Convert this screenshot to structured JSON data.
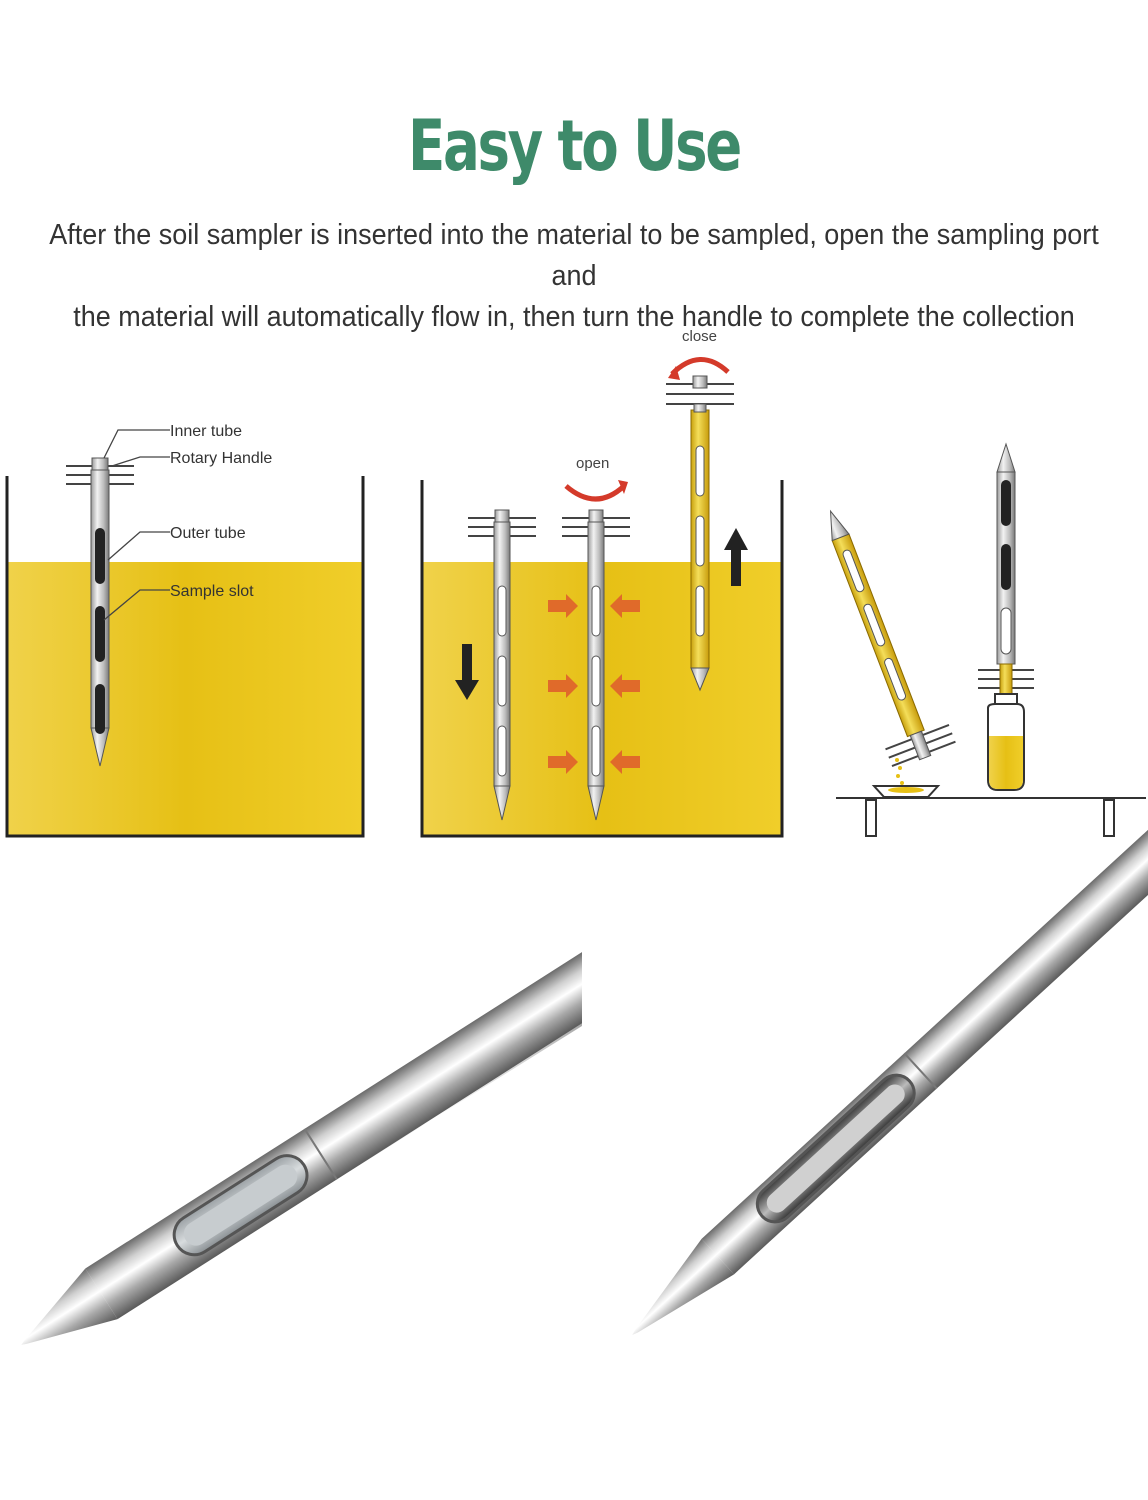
{
  "header": {
    "title": "Easy to Use",
    "description_line1": "After the soil sampler is inserted into the material to be sampled, open the sampling port and",
    "description_line2": "the material will automatically flow in, then turn the handle to complete the collection"
  },
  "diagram": {
    "labels": {
      "inner_tube": "Inner tube",
      "rotary_handle": "Rotary Handle",
      "outer_tube": "Outer tube",
      "sample_slot": "Sample slot",
      "open": "open",
      "close": "close"
    }
  },
  "colors": {
    "title_green": "#3e8a6a",
    "material_yellow": "#e8c21a",
    "arrow_orange": "#e06a2a",
    "arrow_red": "#d43a2a"
  }
}
